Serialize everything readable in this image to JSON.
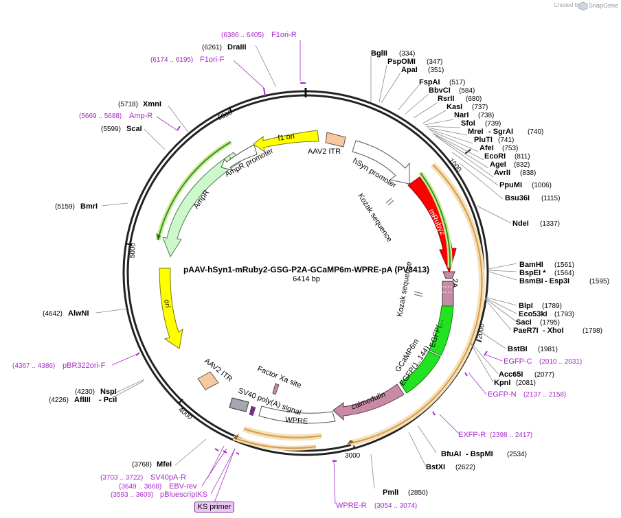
{
  "app": {
    "credit": "Created by",
    "brand": "SnapGene"
  },
  "map": {
    "title": "pAAV-hSyn1-mRuby2-GSG-P2A-GCaMP6m-WPRE-pA (PV3413)",
    "length": "6414 bp",
    "tick_labels": [
      "1000",
      "2000",
      "3000",
      "4000",
      "5000",
      "6000"
    ]
  },
  "enzymes": [
    {
      "name": "BglII",
      "pos": "(334)"
    },
    {
      "name": "PspOMI",
      "pos": "(347)"
    },
    {
      "name": "ApaI",
      "pos": "(351)"
    },
    {
      "name": "FspAI",
      "pos": "(517)"
    },
    {
      "name": "BbvCI",
      "pos": "(584)"
    },
    {
      "name": "RsrII",
      "pos": "(680)"
    },
    {
      "name": "KasI",
      "pos": "(737)"
    },
    {
      "name": "NarI",
      "pos": "(738)"
    },
    {
      "name": "SfoI",
      "pos": "(739)"
    },
    {
      "name": "MreI",
      "extra": " - SgrAI",
      "pos": "(740)"
    },
    {
      "name": "PluTI",
      "pos": "(741)"
    },
    {
      "name": "AfeI",
      "pos": "(753)"
    },
    {
      "name": "EcoRI",
      "pos": "(811)"
    },
    {
      "name": "AgeI",
      "pos": "(832)"
    },
    {
      "name": "AvrII",
      "pos": "(838)"
    },
    {
      "name": "PpuMI",
      "pos": "(1006)"
    },
    {
      "name": "Bsu36I",
      "pos": "(1115)"
    },
    {
      "name": "NdeI",
      "pos": "(1337)"
    },
    {
      "name": "BamHI",
      "pos": "(1561)"
    },
    {
      "name": "BspEI *",
      "pos": "(1564)"
    },
    {
      "name": "BsmBI",
      "extra": " - Esp3I",
      "pos": "(1595)"
    },
    {
      "name": "BlpI",
      "pos": "(1789)"
    },
    {
      "name": "Eco53kI",
      "pos": "(1793)"
    },
    {
      "name": "SacI",
      "pos": "(1795)"
    },
    {
      "name": "PaeR7I",
      "extra": " - XhoI",
      "pos": "(1798)"
    },
    {
      "name": "BstBI",
      "pos": "(1981)"
    },
    {
      "name": "Acc65I",
      "pos": "(2077)"
    },
    {
      "name": "KpnI",
      "pos": "(2081)"
    },
    {
      "name": "BfuAI",
      "extra": " - BspMI",
      "pos": "(2534)"
    },
    {
      "name": "BstXI",
      "pos": "(2622)"
    },
    {
      "name": "PmlI",
      "pos": "(2850)"
    },
    {
      "name": "MfeI",
      "pos": "(3768)"
    },
    {
      "name": "NspI",
      "pos": "(4230)"
    },
    {
      "name": "AflIII",
      "extra": " - PciI",
      "pos": "(4226)"
    },
    {
      "name": "AlwNI",
      "pos": "(4642)"
    },
    {
      "name": "BmrI",
      "pos": "(5159)"
    },
    {
      "name": "ScaI",
      "pos": "(5599)"
    },
    {
      "name": "XmnI",
      "pos": "(5718)"
    },
    {
      "name": "DraIII",
      "pos": "(6261)"
    }
  ],
  "primers": [
    {
      "name": "F1ori-R",
      "pos": "(6386 .. 6405)"
    },
    {
      "name": "F1ori-F",
      "pos": "(6174 .. 6195)"
    },
    {
      "name": "Amp-R",
      "pos": "(5669 .. 5688)"
    },
    {
      "name": "pBR322ori-F",
      "pos": "(4367 .. 4386)"
    },
    {
      "name": "SV40pA-R",
      "pos": "(3703 .. 3722)"
    },
    {
      "name": "EBV-rev",
      "pos": "(3649 .. 3668)"
    },
    {
      "name": "pBluescriptKS",
      "pos": "(3593 .. 3609)"
    },
    {
      "name": "KS primer"
    },
    {
      "name": "WPRE-R",
      "pos": "(3054 .. 3074)"
    },
    {
      "name": "EXFP-R",
      "pos": "(2398 .. 2417)"
    },
    {
      "name": "EGFP-N",
      "pos": "(2137 .. 2158)"
    },
    {
      "name": "EGFP-C",
      "pos": "(2010 .. 2031)"
    }
  ],
  "features": {
    "aav2_itr_top": "AAV2 ITR",
    "hsyn_promoter": "hSyn promoter",
    "kozak_top": "Kozak sequence",
    "mruby2": "mRuby2",
    "p2a": "2A",
    "kozak_mid": "Kozak sequence",
    "egfp_top": "EGFP(...",
    "egfp_bottom": "EGFP(1..144)",
    "gcamp6m": "GCaMP6m",
    "calmodulin": "calmodulin",
    "wpre": "WPRE",
    "sv40": "SV40 poly(A) signal",
    "factor_xa": "Factor Xa site",
    "aav2_itr_bottom": "AAV2 ITR",
    "ori": "ori",
    "ampr": "AmpR",
    "ampr_promoter": "AmpR promoter",
    "f1_ori": "f1 ori"
  },
  "colors": {
    "backbone": "#222222",
    "mruby2": "#ff0000",
    "egfp": "#22e322",
    "calmodulin": "#c98aa5",
    "ori": "#ffff00",
    "f1ori": "#ffff00",
    "ampr": "#ccf8cc",
    "itr": "#f8c89e",
    "sv40": "#a3a8b0",
    "primer": "#a526c9",
    "orf_outline": "#f0c88a",
    "orf_glow": "#f5e0b8",
    "ampr_glow": "#c9ec9a"
  }
}
